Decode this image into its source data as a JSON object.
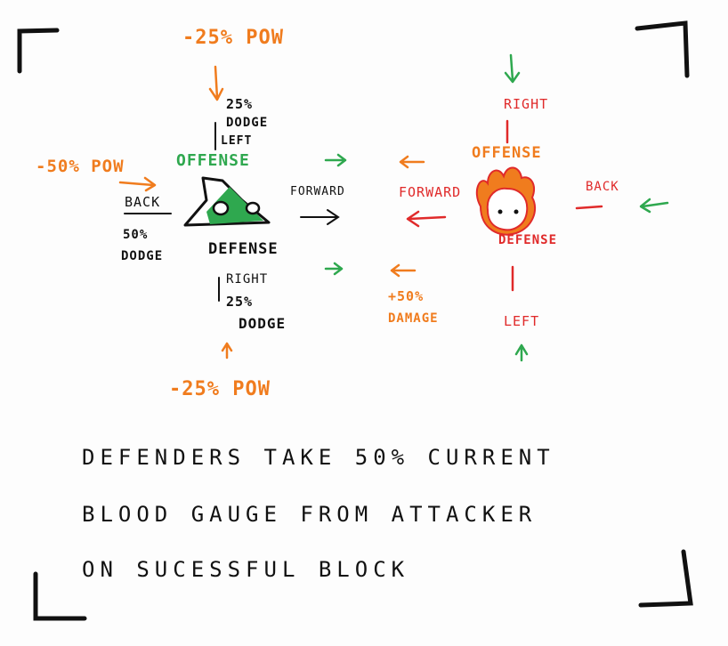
{
  "colors": {
    "orange": "#f07c1e",
    "green": "#2fa84f",
    "red": "#e02a2a",
    "black": "#111111"
  },
  "left_unit": {
    "top_mod": "-25% POW",
    "left_mod": "-50% POW",
    "bottom_mod": "-25% POW",
    "left_side": {
      "dodge": "25%",
      "dodge_word": "DODGE",
      "side": "LEFT"
    },
    "offense": "OFFENSE",
    "back": {
      "label": "BACK",
      "dodge": "50%",
      "dodge_word": "DODGE"
    },
    "forward": "FORWARD",
    "defense": "DEFENSE",
    "right_side": {
      "side": "RIGHT",
      "dodge": "25%",
      "dodge_word": "DODGE"
    }
  },
  "right_unit": {
    "right_label": "RIGHT",
    "offense": "OFFENSE",
    "forward": "FORWARD",
    "back": "BACK",
    "defense": "DEFENSE",
    "damage_pct": "+50%",
    "damage_word": "DAMAGE",
    "left_label": "LEFT"
  },
  "rule_text": [
    "DEFENDERS  TAKE  50%  CURRENT",
    "BLOOD  GAUGE  FROM  ATTACKER",
    "ON  SUCESSFUL  BLOCK"
  ]
}
